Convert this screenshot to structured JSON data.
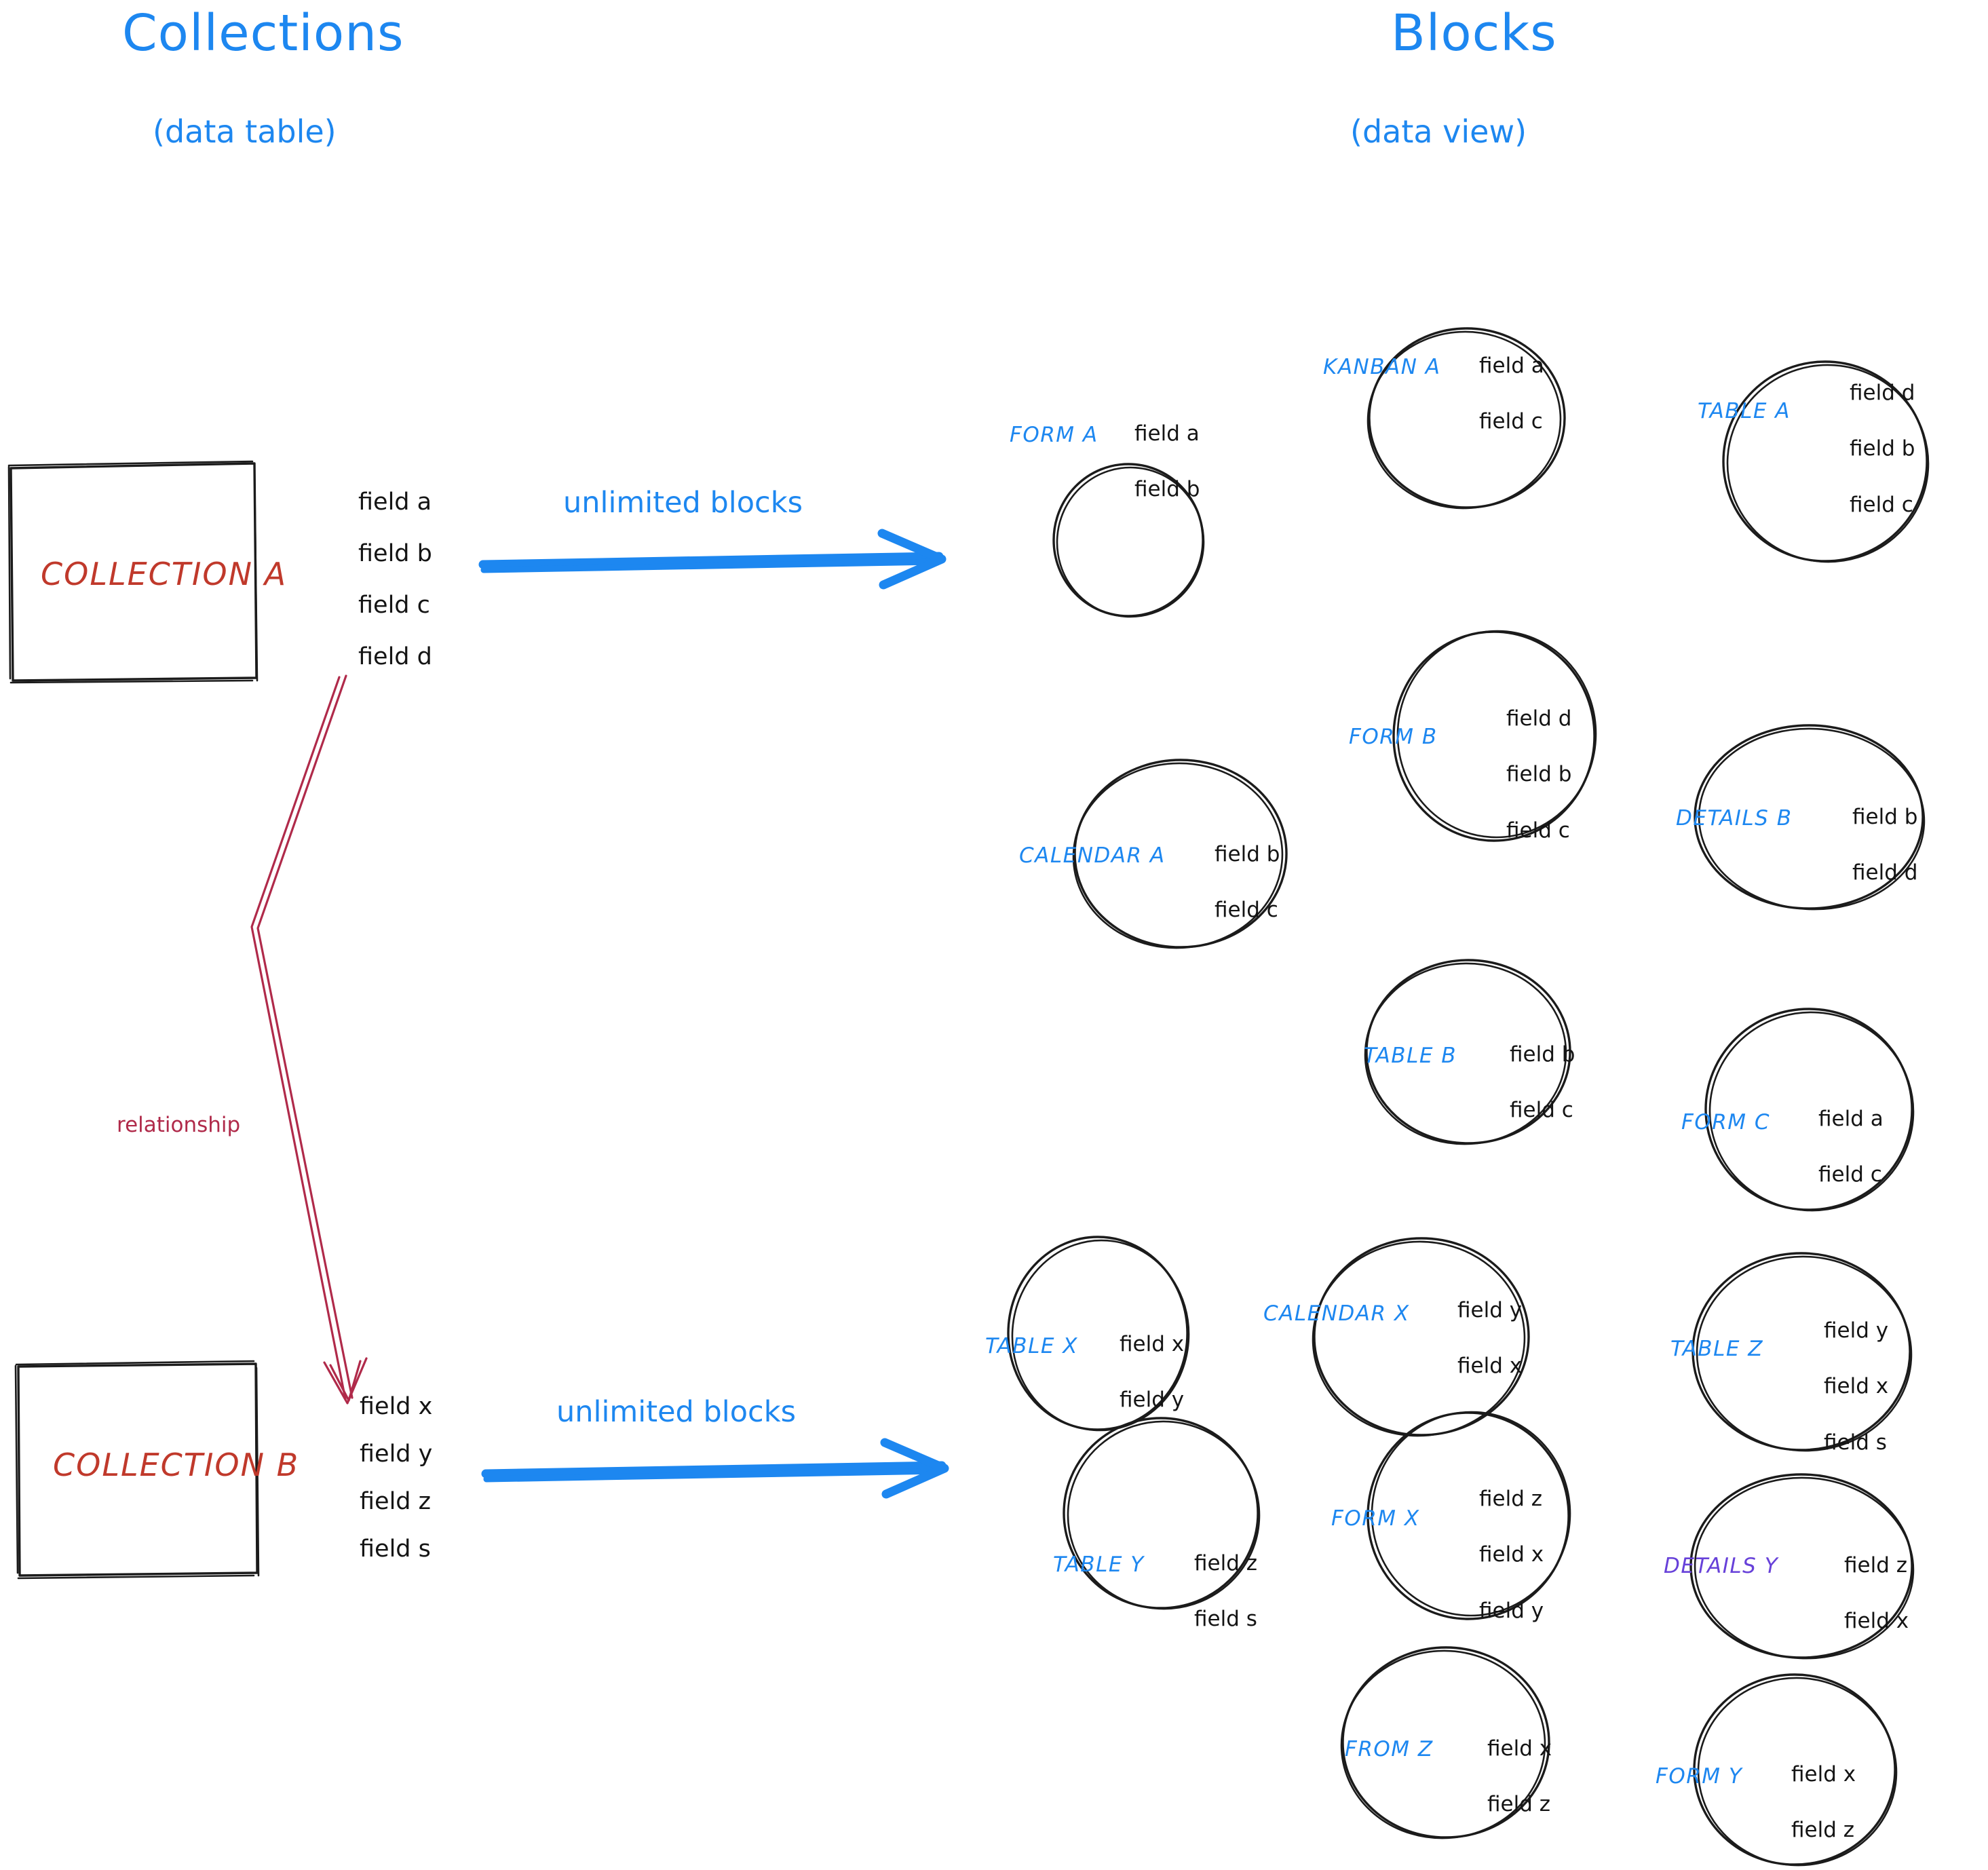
{
  "headings": {
    "left": {
      "title": "Collections",
      "subtitle": "(data table)"
    },
    "right": {
      "title": "Blocks",
      "subtitle": "(data view)"
    }
  },
  "colors": {
    "accent_blue": "#1d87f0",
    "collection_red": "#c0392b",
    "relationship_crimson": "#b02a4a",
    "details_purple": "#6741d9",
    "ink_black": "#141414",
    "background": "#ffffff"
  },
  "collections": [
    {
      "name": "COLLECTION A",
      "fields": [
        "field a",
        "field b",
        "field c",
        "field d"
      ],
      "arrow_label": "unlimited blocks"
    },
    {
      "name": "COLLECTION B",
      "fields": [
        "field x",
        "field y",
        "field z",
        "field s"
      ],
      "arrow_label": "unlimited blocks"
    }
  ],
  "relationship": {
    "label": "relationship"
  },
  "blocks_top": [
    {
      "name": "FORM A",
      "fields": [
        "field a",
        "field b"
      ],
      "color": "blue"
    },
    {
      "name": "KANBAN A",
      "fields": [
        "field a",
        "field c"
      ],
      "color": "blue"
    },
    {
      "name": "TABLE A",
      "fields": [
        "field d",
        "field b",
        "field c"
      ],
      "color": "blue"
    },
    {
      "name": "CALENDAR A",
      "fields": [
        "field b",
        "field c"
      ],
      "color": "blue"
    },
    {
      "name": "FORM B",
      "fields": [
        "field d",
        "field b",
        "field c"
      ],
      "color": "blue"
    },
    {
      "name": "DETAILS B",
      "fields": [
        "field b",
        "field d"
      ],
      "color": "blue"
    },
    {
      "name": "TABLE B",
      "fields": [
        "field b",
        "field c"
      ],
      "color": "blue"
    },
    {
      "name": "FORM C",
      "fields": [
        "field a",
        "field c"
      ],
      "color": "blue"
    }
  ],
  "blocks_bottom": [
    {
      "name": "TABLE X",
      "fields": [
        "field x",
        "field y"
      ],
      "color": "blue"
    },
    {
      "name": "CALENDAR X",
      "fields": [
        "field y",
        "field x"
      ],
      "color": "blue"
    },
    {
      "name": "TABLE Z",
      "fields": [
        "field y",
        "field x",
        "field s"
      ],
      "color": "blue"
    },
    {
      "name": "TABLE Y",
      "fields": [
        "field z",
        "field s"
      ],
      "color": "blue"
    },
    {
      "name": "FORM X",
      "fields": [
        "field z",
        "field x",
        "field y"
      ],
      "color": "blue"
    },
    {
      "name": "DETAILS Y",
      "fields": [
        "field z",
        "field x"
      ],
      "color": "purple"
    },
    {
      "name": "FROM Z",
      "fields": [
        "field x",
        "field z"
      ],
      "color": "blue"
    },
    {
      "name": "FORM Y",
      "fields": [
        "field x",
        "field z"
      ],
      "color": "blue"
    }
  ]
}
